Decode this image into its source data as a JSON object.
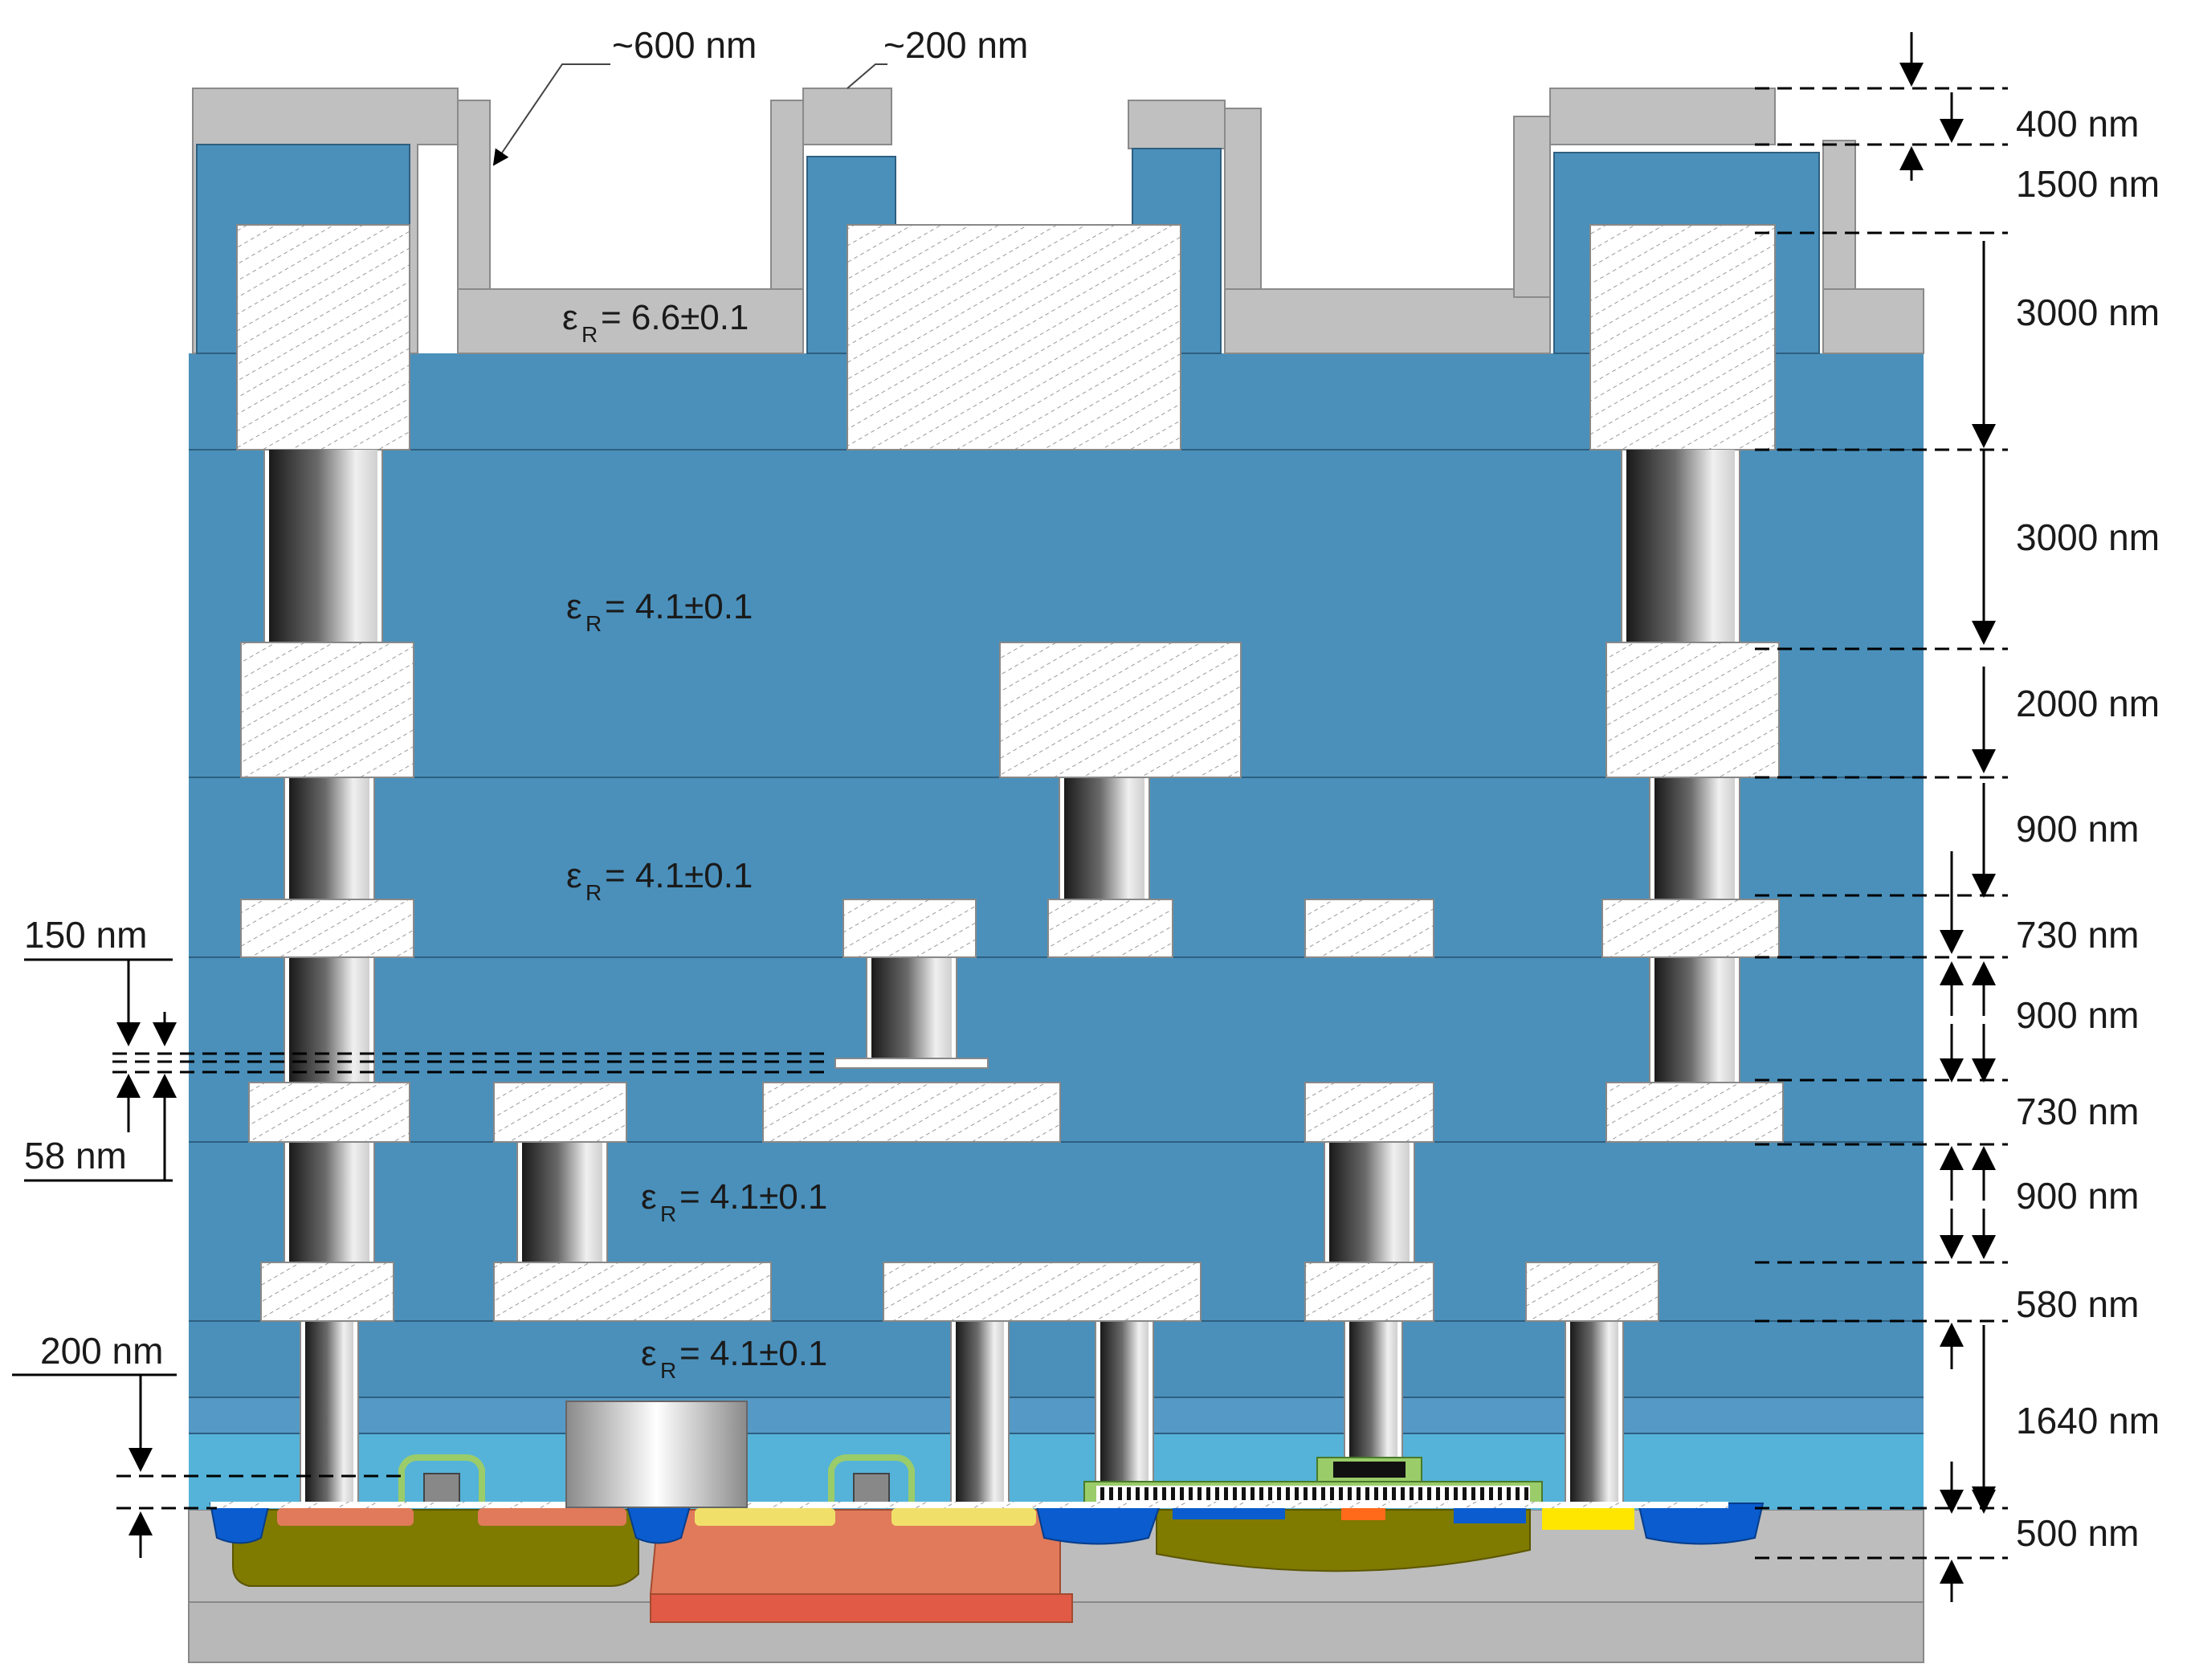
{
  "annotations": {
    "oxide_600": "~600 nm",
    "oxide_200": "~200 nm"
  },
  "permittivity": {
    "symbol": "ε",
    "subscript": "R",
    "passivation": "= 6.6±0.1",
    "imd_1": "= 4.1±0.1",
    "imd_2": "= 4.1±0.1",
    "imd_3": "= 4.1±0.1",
    "imd_4": "= 4.1±0.1"
  },
  "dimensions_right": [
    "400 nm",
    "1500 nm",
    "3000 nm",
    "3000 nm",
    "2000 nm",
    "900 nm",
    "730 nm",
    "900 nm",
    "730 nm",
    "900 nm",
    "580 nm",
    "1640 nm",
    "500 nm"
  ],
  "dimensions_left": [
    "150 nm",
    "58 nm",
    "200 nm"
  ],
  "colors": {
    "dielectric": "#4a90bb",
    "dielectric_light": "#55b3d9",
    "passivation": "#c0c0c0",
    "metal": "#ffffff",
    "substrate": "#b8b8b8",
    "n_well": "#7f7a00",
    "p_well": "#e07a5a",
    "sti": "#0a5ccf",
    "gate": "#ffe600"
  }
}
